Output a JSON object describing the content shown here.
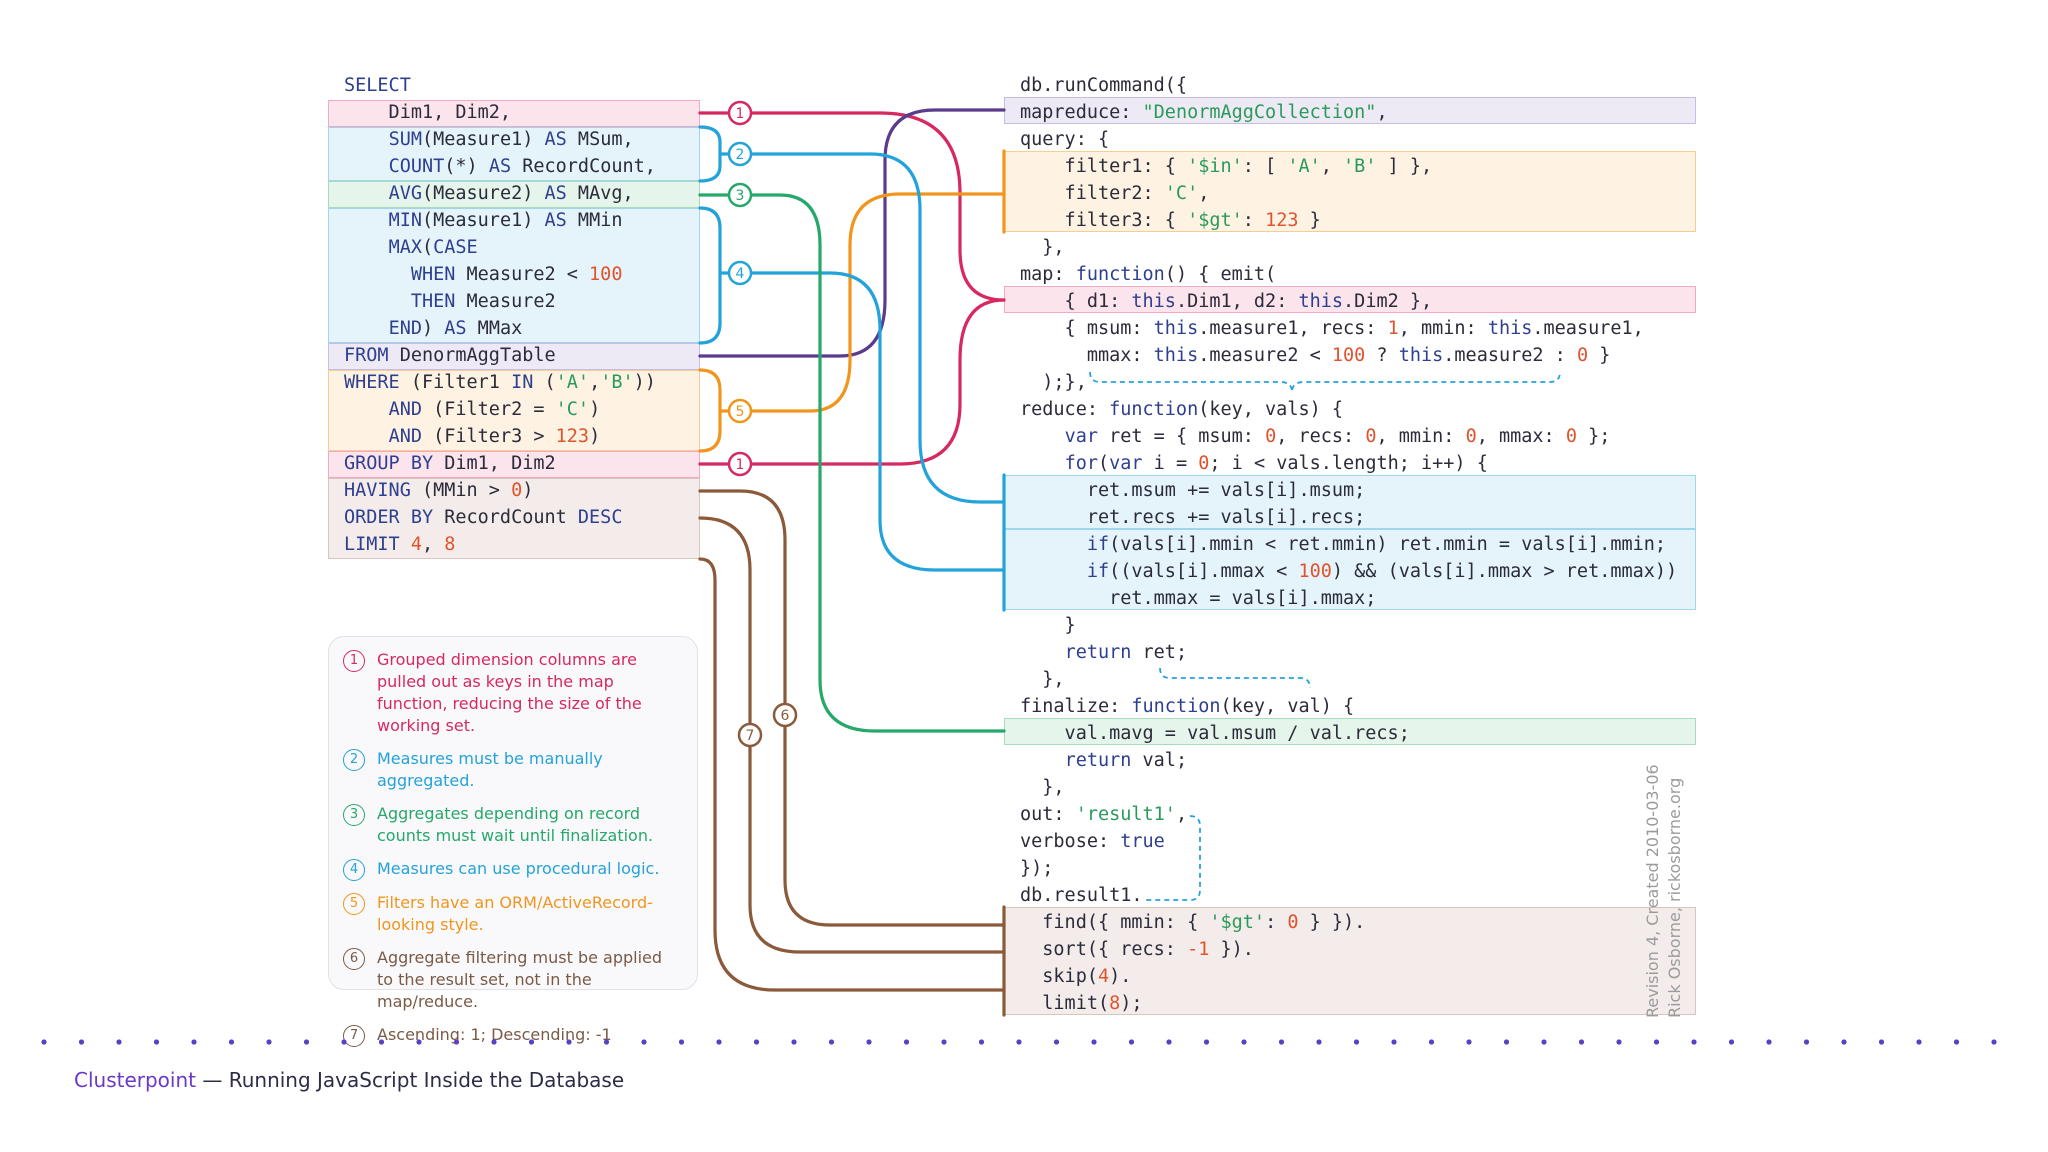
{
  "colors": {
    "pink": "#d6295f",
    "blue": "#23a3d9",
    "green": "#27a86b",
    "orange": "#f0961e",
    "purple": "#5a3b8c",
    "brown": "#8a5a3a",
    "keyword": "#2e3f8f",
    "number": "#e0542d",
    "string": "#2a9a5a"
  },
  "sql": {
    "lines": [
      [
        {
          "t": "SELECT",
          "c": "kw"
        }
      ],
      [
        {
          "t": "    Dim1, Dim2,"
        }
      ],
      [
        {
          "t": "    "
        },
        {
          "t": "SUM",
          "c": "kw"
        },
        {
          "t": "(Measure1) "
        },
        {
          "t": "AS",
          "c": "kw"
        },
        {
          "t": " MSum,"
        }
      ],
      [
        {
          "t": "    "
        },
        {
          "t": "COUNT",
          "c": "kw"
        },
        {
          "t": "(*) "
        },
        {
          "t": "AS",
          "c": "kw"
        },
        {
          "t": " RecordCount,"
        }
      ],
      [
        {
          "t": "    "
        },
        {
          "t": "AVG",
          "c": "kw"
        },
        {
          "t": "(Measure2) "
        },
        {
          "t": "AS",
          "c": "kw"
        },
        {
          "t": " MAvg,"
        }
      ],
      [
        {
          "t": "    "
        },
        {
          "t": "MIN",
          "c": "kw"
        },
        {
          "t": "(Measure1) "
        },
        {
          "t": "AS",
          "c": "kw"
        },
        {
          "t": " MMin"
        }
      ],
      [
        {
          "t": "    "
        },
        {
          "t": "MAX",
          "c": "kw"
        },
        {
          "t": "("
        },
        {
          "t": "CASE",
          "c": "kw"
        }
      ],
      [
        {
          "t": "      "
        },
        {
          "t": "WHEN",
          "c": "kw"
        },
        {
          "t": " Measure2 < "
        },
        {
          "t": "100",
          "c": "num"
        }
      ],
      [
        {
          "t": "      "
        },
        {
          "t": "THEN",
          "c": "kw"
        },
        {
          "t": " Measure2"
        }
      ],
      [
        {
          "t": "    "
        },
        {
          "t": "END",
          "c": "kw"
        },
        {
          "t": ") "
        },
        {
          "t": "AS",
          "c": "kw"
        },
        {
          "t": " MMax"
        }
      ],
      [
        {
          "t": "FROM",
          "c": "kw"
        },
        {
          "t": " DenormAggTable"
        }
      ],
      [
        {
          "t": "WHERE",
          "c": "kw"
        },
        {
          "t": " (Filter1 "
        },
        {
          "t": "IN",
          "c": "kw"
        },
        {
          "t": " ("
        },
        {
          "t": "'A'",
          "c": "str"
        },
        {
          "t": ","
        },
        {
          "t": "'B'",
          "c": "str"
        },
        {
          "t": "))"
        }
      ],
      [
        {
          "t": "    "
        },
        {
          "t": "AND",
          "c": "kw"
        },
        {
          "t": " (Filter2 = "
        },
        {
          "t": "'C'",
          "c": "str"
        },
        {
          "t": ")"
        }
      ],
      [
        {
          "t": "    "
        },
        {
          "t": "AND",
          "c": "kw"
        },
        {
          "t": " (Filter3 > "
        },
        {
          "t": "123",
          "c": "num"
        },
        {
          "t": ")"
        }
      ],
      [
        {
          "t": "GROUP BY",
          "c": "kw"
        },
        {
          "t": " Dim1, Dim2"
        }
      ],
      [
        {
          "t": "HAVING",
          "c": "kw"
        },
        {
          "t": " (MMin > "
        },
        {
          "t": "0",
          "c": "num"
        },
        {
          "t": ")"
        }
      ],
      [
        {
          "t": "ORDER BY",
          "c": "kw"
        },
        {
          "t": " RecordCount "
        },
        {
          "t": "DESC",
          "c": "kw"
        }
      ],
      [
        {
          "t": "LIMIT",
          "c": "kw"
        },
        {
          "t": " "
        },
        {
          "t": "4",
          "c": "num"
        },
        {
          "t": ", "
        },
        {
          "t": "8",
          "c": "num"
        }
      ]
    ]
  },
  "mongo": {
    "lines": [
      [
        {
          "t": "db.runCommand({"
        }
      ],
      [
        {
          "t": "mapreduce: "
        },
        {
          "t": "\"DenormAggCollection\"",
          "c": "str"
        },
        {
          "t": ","
        }
      ],
      [
        {
          "t": "query: {"
        }
      ],
      [
        {
          "t": "    filter1: { "
        },
        {
          "t": "'$in'",
          "c": "str"
        },
        {
          "t": ": [ "
        },
        {
          "t": "'A'",
          "c": "str"
        },
        {
          "t": ", "
        },
        {
          "t": "'B'",
          "c": "str"
        },
        {
          "t": " ] },"
        }
      ],
      [
        {
          "t": "    filter2: "
        },
        {
          "t": "'C'",
          "c": "str"
        },
        {
          "t": ","
        }
      ],
      [
        {
          "t": "    filter3: { "
        },
        {
          "t": "'$gt'",
          "c": "str"
        },
        {
          "t": ": "
        },
        {
          "t": "123",
          "c": "num"
        },
        {
          "t": " }"
        }
      ],
      [
        {
          "t": "  },"
        }
      ],
      [
        {
          "t": "map: "
        },
        {
          "t": "function",
          "c": "kw"
        },
        {
          "t": "() { emit("
        }
      ],
      [
        {
          "t": "    { d1: "
        },
        {
          "t": "this",
          "c": "kw"
        },
        {
          "t": ".Dim1, d2: "
        },
        {
          "t": "this",
          "c": "kw"
        },
        {
          "t": ".Dim2 },"
        }
      ],
      [
        {
          "t": "    { msum: "
        },
        {
          "t": "this",
          "c": "kw"
        },
        {
          "t": ".measure1, recs: "
        },
        {
          "t": "1",
          "c": "num"
        },
        {
          "t": ", mmin: "
        },
        {
          "t": "this",
          "c": "kw"
        },
        {
          "t": ".measure1,"
        }
      ],
      [
        {
          "t": "      mmax: "
        },
        {
          "t": "this",
          "c": "kw"
        },
        {
          "t": ".measure2 < "
        },
        {
          "t": "100",
          "c": "num"
        },
        {
          "t": " ? "
        },
        {
          "t": "this",
          "c": "kw"
        },
        {
          "t": ".measure2 : "
        },
        {
          "t": "0",
          "c": "num"
        },
        {
          "t": " }"
        }
      ],
      [
        {
          "t": "  );},"
        }
      ],
      [
        {
          "t": "reduce: "
        },
        {
          "t": "function",
          "c": "kw"
        },
        {
          "t": "(key, vals) {"
        }
      ],
      [
        {
          "t": "    "
        },
        {
          "t": "var",
          "c": "kw"
        },
        {
          "t": " ret = { msum: "
        },
        {
          "t": "0",
          "c": "num"
        },
        {
          "t": ", recs: "
        },
        {
          "t": "0",
          "c": "num"
        },
        {
          "t": ", mmin: "
        },
        {
          "t": "0",
          "c": "num"
        },
        {
          "t": ", mmax: "
        },
        {
          "t": "0",
          "c": "num"
        },
        {
          "t": " };"
        }
      ],
      [
        {
          "t": "    "
        },
        {
          "t": "for",
          "c": "kw"
        },
        {
          "t": "("
        },
        {
          "t": "var",
          "c": "kw"
        },
        {
          "t": " i = "
        },
        {
          "t": "0",
          "c": "num"
        },
        {
          "t": "; i < vals.length; i++) {"
        }
      ],
      [
        {
          "t": "      ret.msum += vals[i].msum;"
        }
      ],
      [
        {
          "t": "      ret.recs += vals[i].recs;"
        }
      ],
      [
        {
          "t": "      "
        },
        {
          "t": "if",
          "c": "kw"
        },
        {
          "t": "(vals[i].mmin < ret.mmin) ret.mmin = vals[i].mmin;"
        }
      ],
      [
        {
          "t": "      "
        },
        {
          "t": "if",
          "c": "kw"
        },
        {
          "t": "((vals[i].mmax < "
        },
        {
          "t": "100",
          "c": "num"
        },
        {
          "t": ") && (vals[i].mmax > ret.mmax))"
        }
      ],
      [
        {
          "t": "        ret.mmax = vals[i].mmax;"
        }
      ],
      [
        {
          "t": "    }"
        }
      ],
      [
        {
          "t": "    "
        },
        {
          "t": "return",
          "c": "kw"
        },
        {
          "t": " ret;"
        }
      ],
      [
        {
          "t": "  },"
        }
      ],
      [
        {
          "t": "finalize: "
        },
        {
          "t": "function",
          "c": "kw"
        },
        {
          "t": "(key, val) {"
        }
      ],
      [
        {
          "t": "    val.mavg = val.msum / val.recs;"
        }
      ],
      [
        {
          "t": "    "
        },
        {
          "t": "return",
          "c": "kw"
        },
        {
          "t": " val;"
        }
      ],
      [
        {
          "t": "  },"
        }
      ],
      [
        {
          "t": "out: "
        },
        {
          "t": "'result1'",
          "c": "str"
        },
        {
          "t": ","
        }
      ],
      [
        {
          "t": "verbose: "
        },
        {
          "t": "true",
          "c": "kw"
        }
      ],
      [
        {
          "t": "});"
        }
      ],
      [
        {
          "t": "db.result1."
        }
      ],
      [
        {
          "t": "  find({ mmin: { "
        },
        {
          "t": "'$gt'",
          "c": "str"
        },
        {
          "t": ": "
        },
        {
          "t": "0",
          "c": "num"
        },
        {
          "t": " } })."
        }
      ],
      [
        {
          "t": "  sort({ recs: "
        },
        {
          "t": "-1",
          "c": "num"
        },
        {
          "t": " })."
        }
      ],
      [
        {
          "t": "  skip("
        },
        {
          "t": "4",
          "c": "num"
        },
        {
          "t": ")."
        }
      ],
      [
        {
          "t": "  limit("
        },
        {
          "t": "8",
          "c": "num"
        },
        {
          "t": ");"
        }
      ]
    ]
  },
  "connectors": {
    "badges": [
      "1",
      "2",
      "3",
      "4",
      "5",
      "1"
    ],
    "brown_badges": [
      "7",
      "6"
    ]
  },
  "legend": {
    "items": [
      {
        "num": "1",
        "color": "#d6295f",
        "text": "Grouped dimension columns are pulled out as keys in the map function, reducing the size of the working set."
      },
      {
        "num": "2",
        "color": "#23a3d9",
        "text": "Measures must be manually aggregated."
      },
      {
        "num": "3",
        "color": "#27a86b",
        "text": "Aggregates depending on record counts must wait until finalization."
      },
      {
        "num": "4",
        "color": "#23a3d9",
        "text": "Measures can use procedural logic."
      },
      {
        "num": "5",
        "color": "#f0961e",
        "text": "Filters have an ORM/ActiveRecord-looking style."
      },
      {
        "num": "6",
        "color": "#7a5a46",
        "text": "Aggregate filtering must be applied to the result set, not in the map/reduce."
      },
      {
        "num": "7",
        "color": "#7a5a46",
        "text": "Ascending: 1; Descending: -1"
      }
    ]
  },
  "revision": {
    "line1": "Revision 4, Created 2010-03-06",
    "line2": "Rick Osborne, rickosborne.org"
  },
  "caption": {
    "brand": "Clusterpoint",
    "rest": " — Running JavaScript Inside the Database"
  }
}
